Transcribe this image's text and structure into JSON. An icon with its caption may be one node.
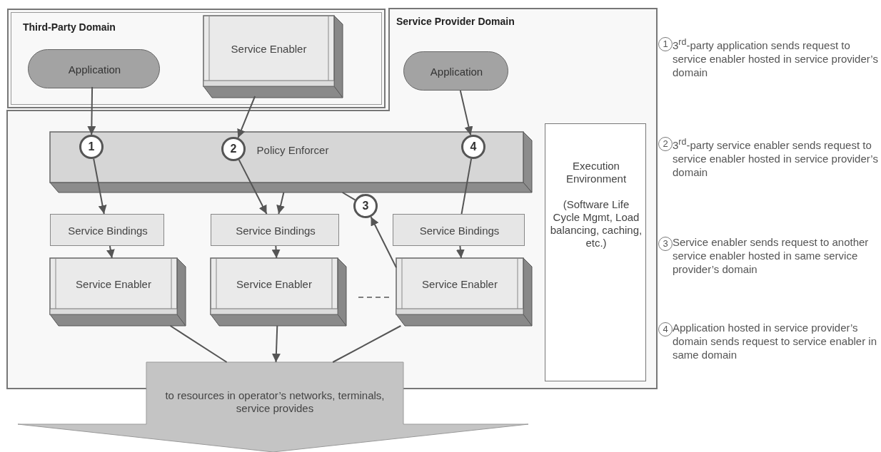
{
  "diagram": {
    "nodes": [
      {
        "text": [
          "Third-Party Domain"
        ]
      },
      {
        "text": [
          "Application"
        ],
        "in": 0
      },
      {
        "text": [
          "Service Enabler"
        ],
        "in": 0
      },
      {
        "text": [
          "Service Provider Domain"
        ]
      },
      {
        "text": [
          "Application"
        ],
        "in": 3
      },
      {
        "text": [
          "Policy Enforcer"
        ],
        "in": 3
      },
      {
        "text": [
          "1"
        ],
        "in": 5
      },
      {
        "text": [
          "2"
        ],
        "in": 5
      },
      {
        "text": [
          "3"
        ],
        "in": 3
      },
      {
        "text": [
          "4"
        ],
        "in": 5
      },
      {
        "text": [
          "Service Bindings"
        ],
        "in": 3
      },
      {
        "text": [
          "Service Bindings"
        ],
        "in": 3
      },
      {
        "text": [
          "Service Bindings"
        ],
        "in": 3
      },
      {
        "text": [
          "Service Enabler"
        ],
        "in": 3
      },
      {
        "text": [
          "Service Enabler"
        ],
        "in": 3
      },
      {
        "text": [
          "Service Enabler"
        ],
        "in": 3
      },
      {
        "text": [
          "Execution Environment",
          "(Software Life Cycle Mgmt, Load balancing, caching, etc.)"
        ],
        "in": 3
      },
      {
        "text": [
          "to resources in operator’s networks, terminals, service provides"
        ]
      }
    ],
    "edges": [
      {
        "from": 1,
        "to": 6,
        "arrow": "to"
      },
      {
        "from": 6,
        "to": 10,
        "arrow": "to"
      },
      {
        "from": 10,
        "to": 13,
        "arrow": "to"
      },
      {
        "from": 13,
        "to": 17,
        "arrow": "none"
      },
      {
        "from": 2,
        "to": 7,
        "arrow": "to"
      },
      {
        "from": 7,
        "to": 11,
        "arrow": "to"
      },
      {
        "from": 11,
        "to": 14,
        "arrow": "to"
      },
      {
        "from": 15,
        "to": 8,
        "arrow": "to"
      },
      {
        "from": 8,
        "to": 5,
        "arrow": "none"
      },
      {
        "from": 5,
        "to": 11,
        "arrow": "to"
      },
      {
        "from": 4,
        "to": 9,
        "arrow": "to"
      },
      {
        "from": 9,
        "to": 12,
        "arrow": "none"
      },
      {
        "from": 12,
        "to": 15,
        "arrow": "to"
      },
      {
        "from": 15,
        "to": 17,
        "arrow": "none"
      },
      {
        "from": 14,
        "to": 17,
        "arrow": "to"
      }
    ],
    "labels": [
      "1",
      "3$^{rd}$-party application sends request to service enabler hosted in service provider’s domain",
      "2",
      "3$^{rd}$-party service enabler sends request to service enabler hosted in service provider’s domain",
      "3",
      "Service enabler sends request to another service enabler hosted in same service provider’s domain",
      "4",
      "Application hosted in service provider’s domain sends request to service enabler in same domain"
    ]
  }
}
